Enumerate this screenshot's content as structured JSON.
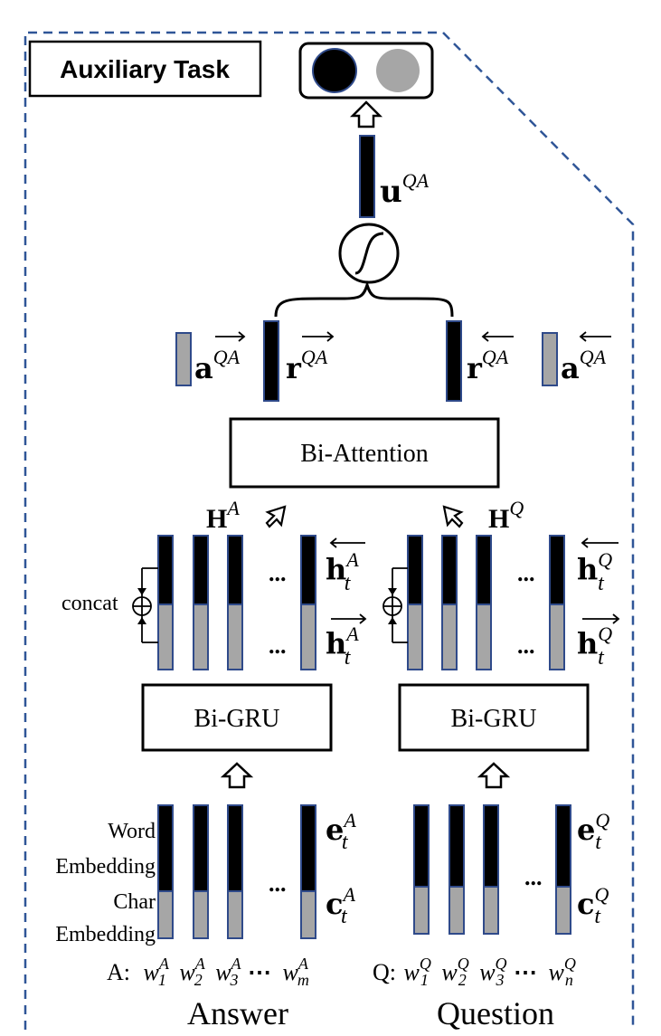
{
  "title": "Auxiliary Task",
  "labels": {
    "u_qa": "u",
    "u_qa_sup": "QA",
    "a_fwd": "a",
    "a_fwd_sup": "QA",
    "r_fwd": "r",
    "r_fwd_sup": "QA",
    "r_bwd": "r",
    "r_bwd_sup": "QA",
    "a_bwd": "a",
    "a_bwd_sup": "QA",
    "bi_attention": "Bi-Attention",
    "H_A": "H",
    "H_A_sup": "A",
    "H_Q": "H",
    "H_Q_sup": "Q",
    "h_bwd_A": "h",
    "h_bwd_A_sup": "A",
    "h_bwd_A_sub": "t",
    "h_fwd_A": "h",
    "h_fwd_A_sup": "A",
    "h_fwd_A_sub": "t",
    "h_bwd_Q": "h",
    "h_bwd_Q_sup": "Q",
    "h_bwd_Q_sub": "t",
    "h_fwd_Q": "h",
    "h_fwd_Q_sup": "Q",
    "h_fwd_Q_sub": "t",
    "concat": "concat",
    "bi_gru_answer": "Bi-GRU",
    "bi_gru_question": "Bi-GRU",
    "word_embedding_1": "Word",
    "word_embedding_2": "Embedding",
    "char_embedding_1": "Char",
    "char_embedding_2": "Embedding",
    "e_A": "e",
    "e_A_sup": "A",
    "e_A_sub": "t",
    "c_A": "c",
    "c_A_sup": "A",
    "c_A_sub": "t",
    "e_Q": "e",
    "e_Q_sup": "Q",
    "e_Q_sub": "t",
    "c_Q": "c",
    "c_Q_sup": "Q",
    "c_Q_sub": "t",
    "ellipsis": "...",
    "answer_seq_prefix": "A:",
    "question_seq_prefix": "Q:",
    "w": "w",
    "answer_words": [
      {
        "sub": "1",
        "sup": "A"
      },
      {
        "sub": "2",
        "sup": "A"
      },
      {
        "sub": "3",
        "sup": "A"
      },
      {
        "sub": "m",
        "sup": "A"
      }
    ],
    "question_words": [
      {
        "sub": "1",
        "sup": "Q"
      },
      {
        "sub": "2",
        "sup": "Q"
      },
      {
        "sub": "3",
        "sup": "Q"
      },
      {
        "sub": "n",
        "sup": "Q"
      }
    ],
    "seq_dots": "⋯",
    "answer": "Answer",
    "question": "Question"
  },
  "colors": {
    "dark_cell": "#000000",
    "gray_cell": "#a6a6a6",
    "cell_border": "#2f4a8a",
    "dashed_border": "#2f5597",
    "output_gray": "#a6a6a6"
  }
}
